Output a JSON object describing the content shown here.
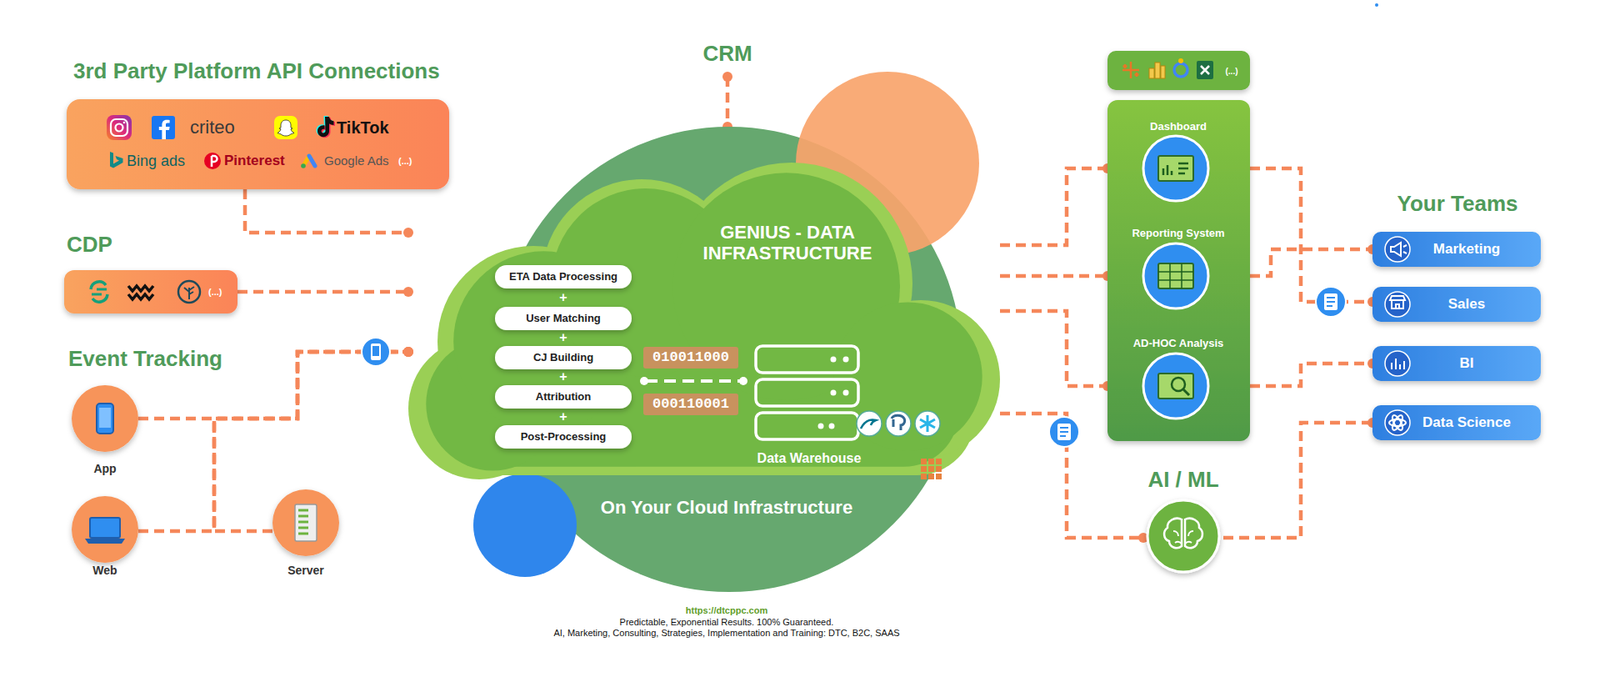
{
  "diagram": {
    "nodes": [
      {
        "text": [
          "3rd Party Platform API Connections",
          "criteo",
          "TikTok",
          "Bing ads",
          "Pinterest",
          "Google Ads",
          "(...)"
        ]
      },
      {
        "text": [
          "CDP",
          "(...)"
        ]
      },
      {
        "text": [
          "App"
        ]
      },
      {
        "text": [
          "Web"
        ]
      },
      {
        "text": [
          "Server"
        ]
      },
      {
        "text": [
          "CRM"
        ]
      },
      {
        "text": [
          "On Your Cloud Infrastructure"
        ]
      },
      {
        "text": [
          "GENIUS - DATA INFRASTRUCTURE"
        ],
        "in": 6
      },
      {
        "text": [
          "ETA Data Processing"
        ],
        "in": 7
      },
      {
        "text": [
          "User Matching"
        ],
        "in": 7
      },
      {
        "text": [
          "CJ Building"
        ],
        "in": 7
      },
      {
        "text": [
          "Attribution"
        ],
        "in": 7
      },
      {
        "text": [
          "Post-Processing"
        ],
        "in": 7
      },
      {
        "text": [
          "Data Warehouse"
        ],
        "in": 7
      },
      {
        "text": [
          "(...)"
        ]
      },
      {
        "text": [
          "Dashboard"
        ]
      },
      {
        "text": [
          "Reporting System"
        ]
      },
      {
        "text": [
          "AD-HOC Analysis"
        ]
      },
      {
        "text": [
          "AI / ML"
        ]
      },
      {
        "text": [
          "Marketing"
        ]
      },
      {
        "text": [
          "Sales"
        ]
      },
      {
        "text": [
          "BI"
        ]
      },
      {
        "text": [
          "Data Science"
        ]
      }
    ],
    "edges": [
      {
        "from": 0,
        "to": 7,
        "arrow": "to"
      },
      {
        "from": 1,
        "to": 7,
        "arrow": "to"
      },
      {
        "from": 2,
        "to": 7,
        "arrow": "to"
      },
      {
        "from": 3,
        "to": 7,
        "arrow": "to"
      },
      {
        "from": 4,
        "to": 7,
        "arrow": "to"
      },
      {
        "from": 5,
        "to": 6,
        "arrow": "both"
      },
      {
        "from": 7,
        "to": 15,
        "arrow": "to"
      },
      {
        "from": 7,
        "to": 16,
        "arrow": "to"
      },
      {
        "from": 7,
        "to": 17,
        "arrow": "to"
      },
      {
        "from": 7,
        "to": 18,
        "arrow": "to"
      },
      {
        "from": 15,
        "to": 20,
        "arrow": "to"
      },
      {
        "from": 16,
        "to": 19,
        "arrow": "to"
      },
      {
        "from": 17,
        "to": 21,
        "arrow": "to"
      },
      {
        "from": 18,
        "to": 22,
        "arrow": "to"
      }
    ],
    "labels": [
      "Event Tracking",
      "+",
      "+",
      "+",
      "+",
      "010011000",
      "000110001",
      "Your Teams",
      "https://dtcppc.com",
      "Predictable, Exponential Results. 100% Guaranteed.",
      "AI, Marketing, Consulting, Strategies, Implementation and Training: DTC, B2C, SAAS"
    ]
  }
}
